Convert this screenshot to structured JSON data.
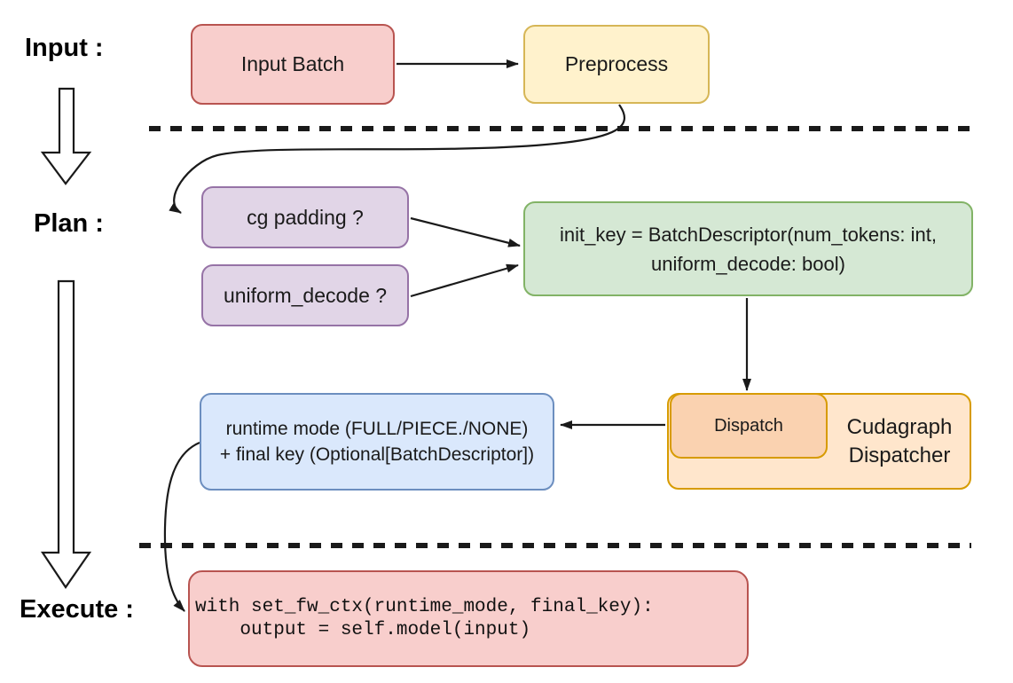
{
  "diagram": {
    "background": "#ffffff",
    "line_color": "#1a1a1a",
    "sections": {
      "input_label": "Input :",
      "plan_label": "Plan :",
      "execute_label": "Execute :"
    },
    "nodes": {
      "input_batch": {
        "label": "Input Batch",
        "fill": "#F8CECC",
        "border": "#B85450"
      },
      "preprocess": {
        "label": "Preprocess",
        "fill": "#FFF2CC",
        "border": "#D6B656"
      },
      "cg_padding": {
        "label": "cg padding ?",
        "fill": "#E1D5E7",
        "border": "#9673A6"
      },
      "uniform_decode": {
        "label": "uniform_decode ?",
        "fill": "#E1D5E7",
        "border": "#9673A6"
      },
      "init_key": {
        "line1": "init_key = BatchDescriptor(num_tokens: int,",
        "line2": "uniform_decode: bool)",
        "fill": "#D5E8D4",
        "border": "#82B366"
      },
      "dispatch": {
        "label": "Dispatch",
        "fill": "#FAD2B0",
        "border": "#D79B00"
      },
      "cudagraph_dispatcher": {
        "line1": "Cudagraph",
        "line2": "Dispatcher",
        "fill": "#FFE6CC",
        "border": "#D79B00"
      },
      "runtime_mode": {
        "line1": "runtime mode (FULL/PIECE./NONE)",
        "line2": "+ final key (Optional[BatchDescriptor])",
        "fill": "#DAE8FC",
        "border": "#6C8EBF"
      },
      "execute_code": {
        "line1": "with set_fw_ctx(runtime_mode, final_key):",
        "line2": "    output = self.model(input)",
        "fill": "#F8CECC",
        "border": "#B85450"
      }
    }
  }
}
